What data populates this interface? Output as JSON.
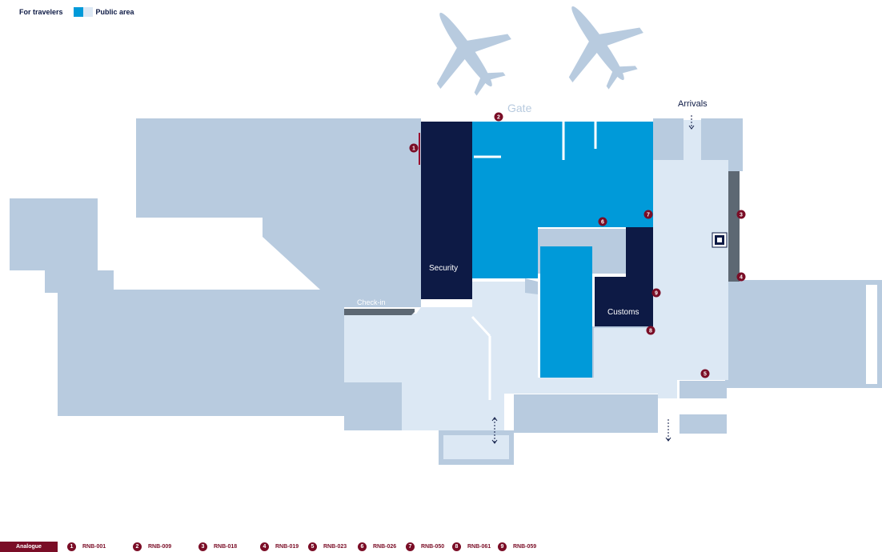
{
  "legend": {
    "for_travelers": "For travelers",
    "public_area": "Public area",
    "colors": {
      "travelers": "#009ad9",
      "public": "#dce8f4",
      "building": "#b8cbdf",
      "restricted": "#0d1a45",
      "marker": "#7a0d26",
      "wall": "#5d6873"
    }
  },
  "labels": {
    "gate": "Gate",
    "arrivals": "Arrivals",
    "security": "Security",
    "customs": "Customs",
    "check_in": "Check-in"
  },
  "markers": [
    {
      "num": "1",
      "code": "RNB-001"
    },
    {
      "num": "2",
      "code": "RNB-009"
    },
    {
      "num": "3",
      "code": "RNB-018"
    },
    {
      "num": "4",
      "code": "RNB-019"
    },
    {
      "num": "5",
      "code": "RNB-023"
    },
    {
      "num": "6",
      "code": "RNB-026"
    },
    {
      "num": "7",
      "code": "RNB-050"
    },
    {
      "num": "8",
      "code": "RNB-061"
    },
    {
      "num": "9",
      "code": "RNB-059"
    }
  ],
  "bottom_legend": {
    "analogue_label": "Analogue"
  },
  "icons": {
    "airplane": "airplane-icon",
    "luggage": "luggage-icon",
    "arrow": "arrow-icon"
  }
}
